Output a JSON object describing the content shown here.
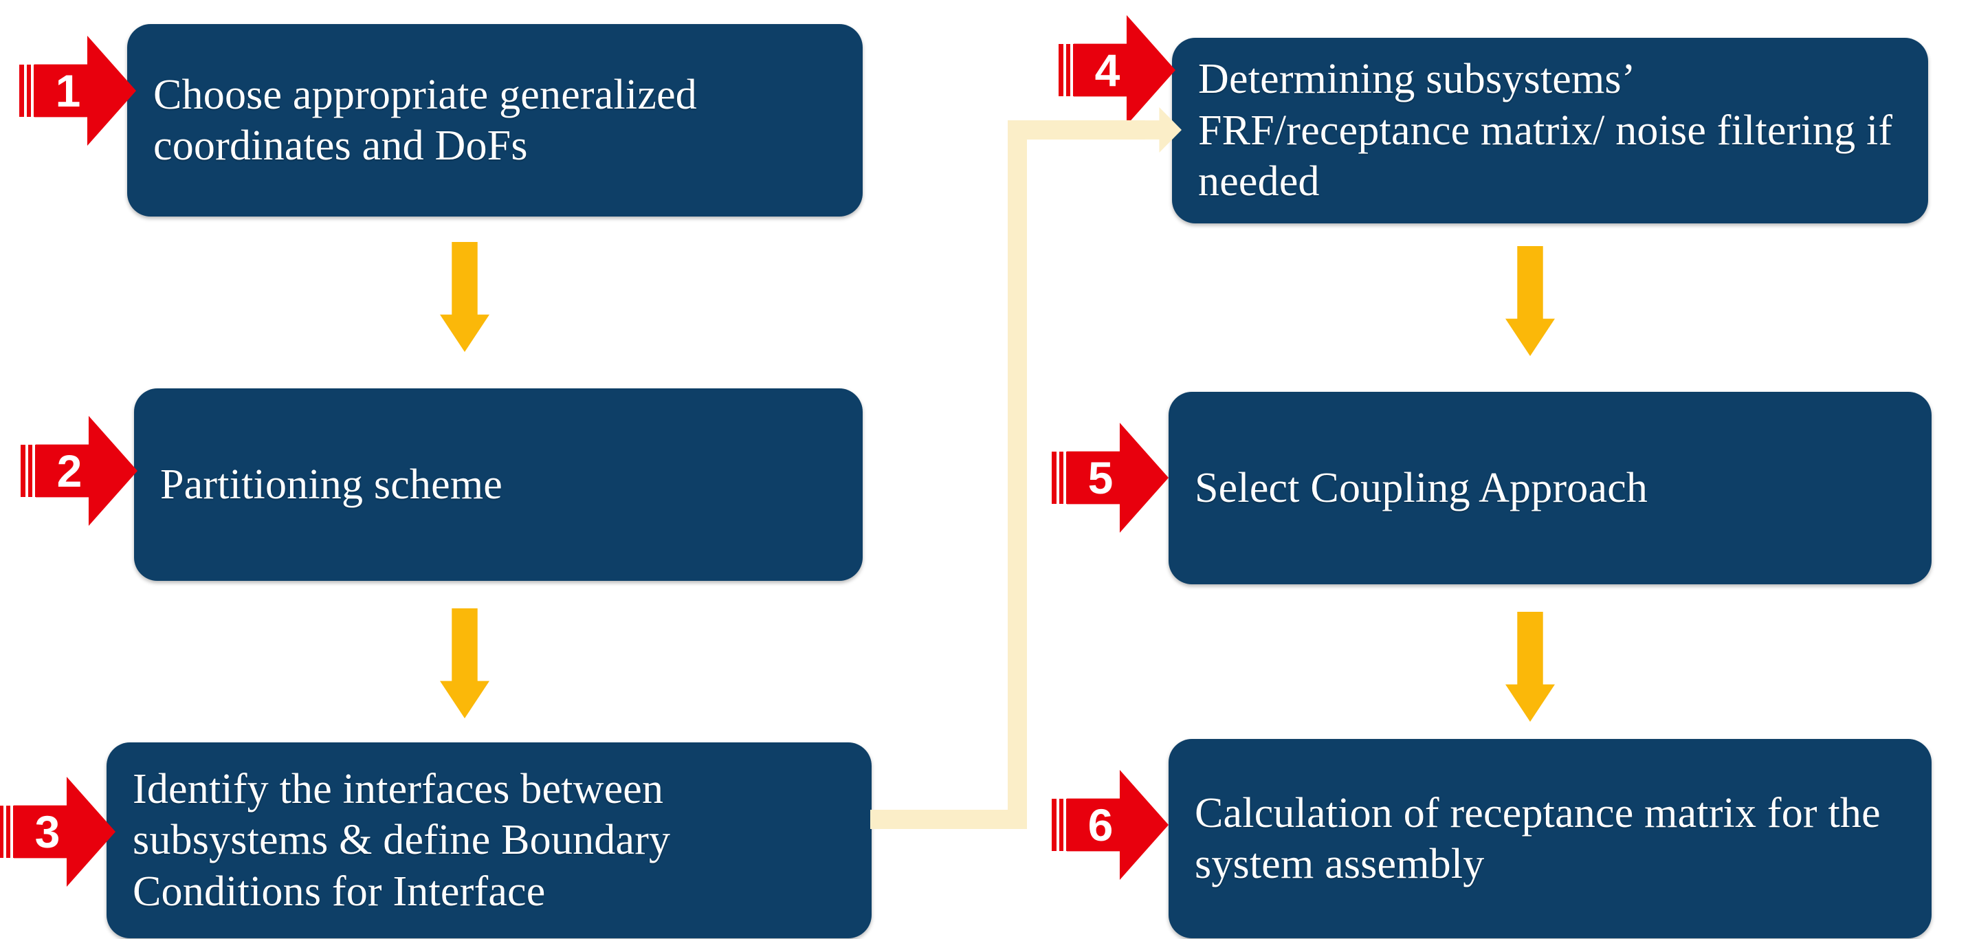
{
  "diagram": {
    "title": "Substructuring / receptance coupling workflow flowchart",
    "colors": {
      "node_fill": "#0e3f67",
      "node_text": "#ffffff",
      "badge_red": "#e8000d",
      "arrow_yellow": "#fbb809",
      "connector_pale_yellow": "#fbeec8",
      "background": "#ffffff"
    },
    "nodes": [
      {
        "step": "1",
        "text": "Choose appropriate generalized coordinates and DoFs",
        "column": "left",
        "row": 1
      },
      {
        "step": "2",
        "text": "Partitioning scheme",
        "column": "left",
        "row": 2
      },
      {
        "step": "3",
        "text": "Identify the interfaces between subsystems & define Boundary Conditions for Interface",
        "column": "left",
        "row": 3
      },
      {
        "step": "4",
        "text": "Determining subsystems’ FRF/receptance matrix/ noise filtering if needed",
        "column": "right",
        "row": 1
      },
      {
        "step": "5",
        "text": "Select Coupling Approach",
        "column": "right",
        "row": 2
      },
      {
        "step": "6",
        "text": "Calculation of receptance matrix for the system assembly",
        "column": "right",
        "row": 3
      }
    ],
    "connectors": [
      {
        "id": "c1",
        "from": "1",
        "to": "2",
        "style": "yellow-down-arrow"
      },
      {
        "id": "c2",
        "from": "2",
        "to": "3",
        "style": "yellow-down-arrow"
      },
      {
        "id": "c3",
        "from": "3",
        "to": "4",
        "style": "pale-elbow-right-up-right-arrow"
      },
      {
        "id": "c4",
        "from": "4",
        "to": "5",
        "style": "yellow-down-arrow"
      },
      {
        "id": "c5",
        "from": "5",
        "to": "6",
        "style": "yellow-down-arrow"
      }
    ],
    "badges": [
      {
        "step": "1"
      },
      {
        "step": "2"
      },
      {
        "step": "3"
      },
      {
        "step": "4"
      },
      {
        "step": "5"
      },
      {
        "step": "6"
      }
    ]
  }
}
